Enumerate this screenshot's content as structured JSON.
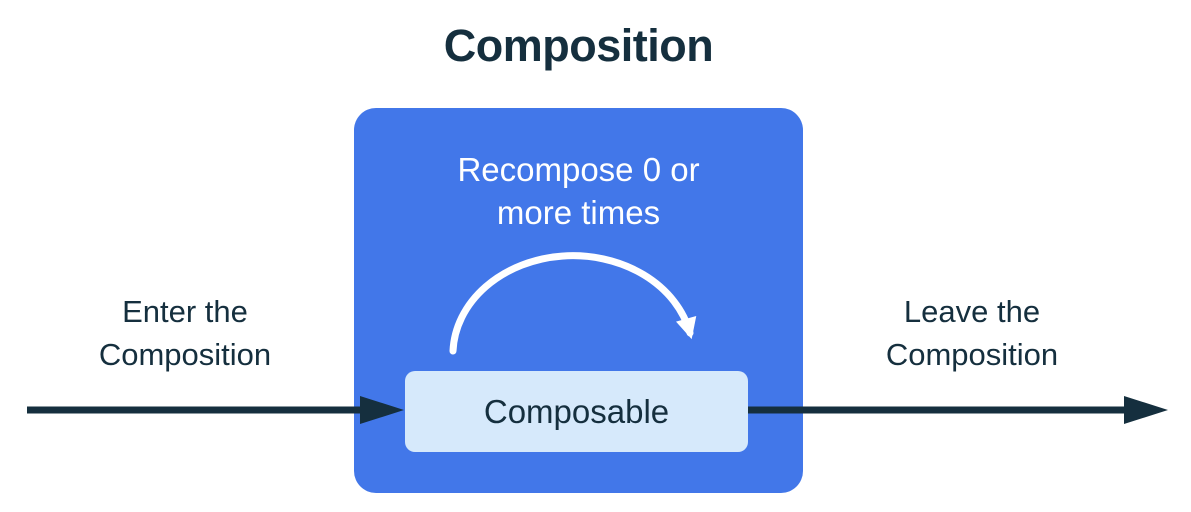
{
  "title": "Composition",
  "colors": {
    "blue": "#4277E9",
    "light_blue": "#D6E9FB",
    "dark": "#152F3E",
    "white": "#FFFFFF"
  },
  "composition_box": {
    "recompose_label_line1": "Recompose 0 or",
    "recompose_label_line2": "more times",
    "composable_label": "Composable"
  },
  "arrows": {
    "enter": {
      "line1": "Enter the",
      "line2": "Composition"
    },
    "leave": {
      "line1": "Leave the",
      "line2": "Composition"
    }
  }
}
